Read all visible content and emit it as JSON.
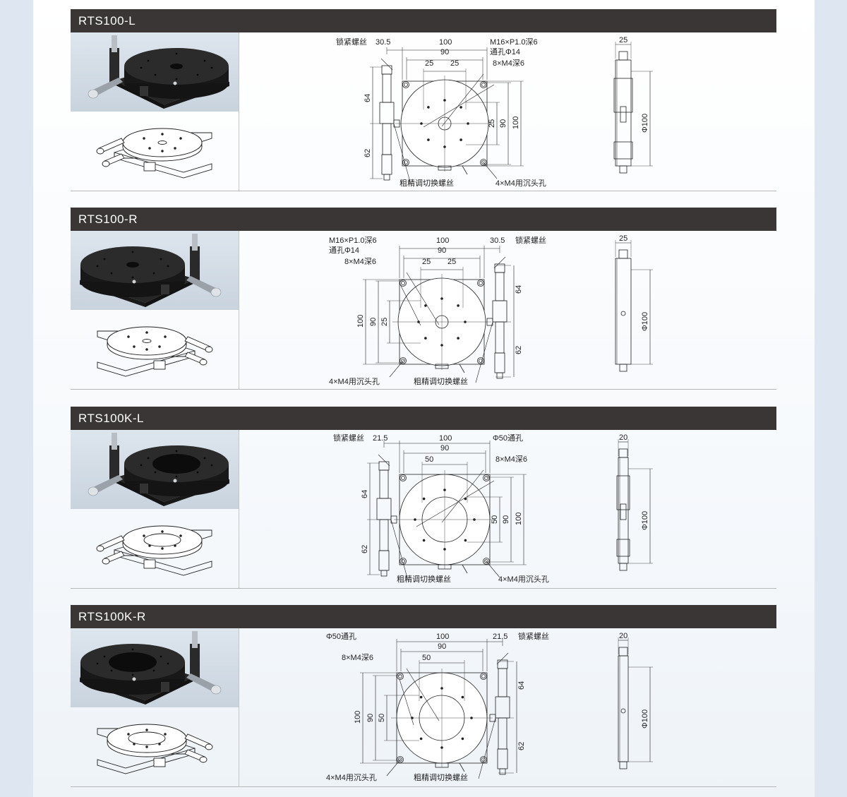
{
  "sections": [
    {
      "title": "RTS100-L",
      "side": "left",
      "hole": "small",
      "labels": {
        "lock": "锁紧螺丝",
        "micro": "粗精调切换螺丝",
        "c_holes": "4×M4用沉头孔",
        "thread1": "M16×P1.0深6",
        "thread2": "通孔Φ14",
        "m4": "8×M4深6",
        "d_offset": "30.5",
        "d_outer": "100",
        "d_inner": "90",
        "d_pitch_a": "25",
        "d_pitch_b": "25",
        "d_up": "64",
        "d_down": "62",
        "side_w": "25",
        "side_dia": "Φ100"
      }
    },
    {
      "title": "RTS100-R",
      "side": "right",
      "hole": "small",
      "labels": {
        "lock": "锁紧螺丝",
        "micro": "粗精调切换螺丝",
        "c_holes": "4×M4用沉头孔",
        "thread1": "M16×P1.0深6",
        "thread2": "通孔Φ14",
        "m4": "8×M4深6",
        "d_offset": "30.5",
        "d_outer": "100",
        "d_inner": "90",
        "d_pitch_a": "25",
        "d_pitch_b": "25",
        "d_up": "64",
        "d_down": "62",
        "side_w": "25",
        "side_dia": "Φ100"
      }
    },
    {
      "title": "RTS100K-L",
      "side": "left",
      "hole": "large",
      "labels": {
        "lock": "锁紧螺丝",
        "micro": "粗精调切换螺丝",
        "c_holes": "4×M4用沉头孔",
        "thread1": "Φ50通孔",
        "thread2": "",
        "m4": "8×M4深6",
        "d_offset": "21.5",
        "d_outer": "100",
        "d_inner": "90",
        "d_pitch_a": "50",
        "d_pitch_b": "",
        "d_up": "64",
        "d_down": "62",
        "side_w": "20",
        "side_dia": "Φ100"
      }
    },
    {
      "title": "RTS100K-R",
      "side": "right",
      "hole": "large",
      "labels": {
        "lock": "锁紧螺丝",
        "micro": "粗精调切换螺丝",
        "c_holes": "4×M4用沉头孔",
        "thread1": "Φ50通孔",
        "thread2": "",
        "m4": "8×M4深6",
        "d_offset": "21.5",
        "d_outer": "100",
        "d_inner": "90",
        "d_pitch_a": "50",
        "d_pitch_b": "",
        "d_up": "64",
        "d_down": "62",
        "side_w": "20",
        "side_dia": "Φ100"
      }
    }
  ],
  "colors": {
    "bar": "#3b3636",
    "stage": "#1f1f1f",
    "line": "#222222",
    "background": "#dde6f1"
  }
}
